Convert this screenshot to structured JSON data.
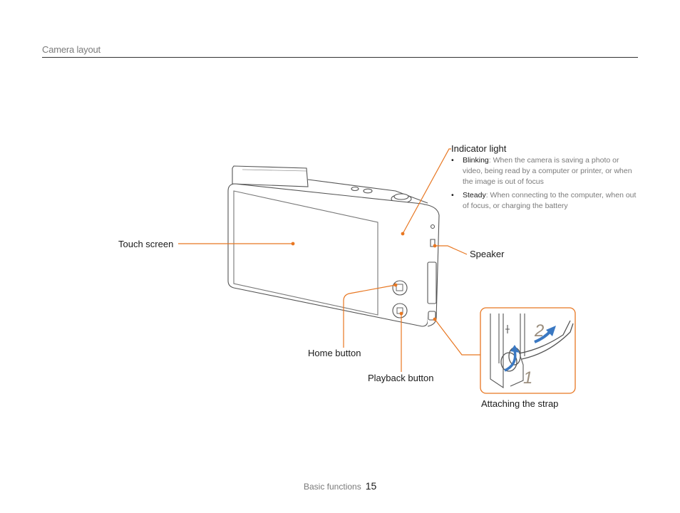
{
  "header": {
    "section_title": "Camera layout"
  },
  "callouts": {
    "touch_screen": "Touch screen",
    "speaker": "Speaker",
    "home_button": "Home button",
    "playback_button": "Playback button",
    "attaching_strap": "Attaching the strap"
  },
  "indicator": {
    "title": "Indicator light",
    "items": [
      {
        "term": "Blinking",
        "text": ": When the camera is saving a photo or video, being read by a computer or printer, or when the image is out of focus"
      },
      {
        "term": "Steady",
        "text": ": When connecting to the computer, when out of focus, or charging the battery"
      }
    ]
  },
  "strap_steps": {
    "step1": "1",
    "step2": "2"
  },
  "footer": {
    "section": "Basic functions",
    "page": "15"
  },
  "colors": {
    "callout": "#e87722",
    "arrow": "#3a78c2",
    "outline": "#555555"
  }
}
